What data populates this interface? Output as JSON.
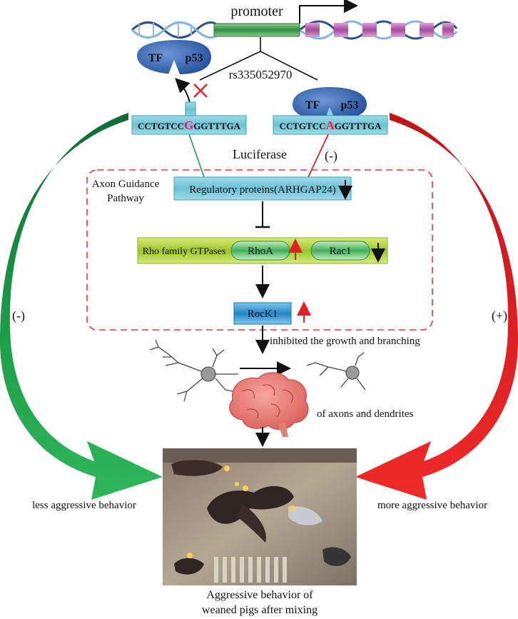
{
  "gene": {
    "promoter_label": "promoter",
    "snp_label": "rs335052970"
  },
  "tf_complex": {
    "tf_label": "TF",
    "p53_label": "p53"
  },
  "sequences": {
    "left": {
      "prefix": "CCTGTCC",
      "allele": "G",
      "suffix": "GGTTTGA",
      "allele_color": "#e0206b"
    },
    "right": {
      "prefix": "CCTGTCC",
      "allele": "A",
      "suffix": "GGTTTGA",
      "allele_color": "#e8262a"
    }
  },
  "assay": {
    "luciferase_label": "Luciferase",
    "right_effect": "(-)"
  },
  "pathway": {
    "title_line1": "Axon Guidance",
    "title_line2": "Pathway",
    "regulatory": "Regulatory proteins(ARHGAP24)",
    "rho_family": "Rho family GTPases",
    "rhoa": "RhoA",
    "rac1": "Rac1",
    "rock1": "RocK1"
  },
  "outcome": {
    "inhibited": "inhibited the growth and branching",
    "axons": "of axons and dendrites",
    "left_sign": "(-)",
    "right_sign": "(+)",
    "less_aggressive": "less aggressive behavior",
    "more_aggressive": "more aggressive behavior",
    "caption_line1": "Aggressive behavior of",
    "caption_line2": "weaned pigs after mixing"
  },
  "colors": {
    "green_arrow": "#1e9e48",
    "red_arrow": "#e41f26",
    "teal_box": "#7cc8d8",
    "lime_bar": "#b5d334",
    "pill_green": "#2ea84f",
    "rock_blue": "#2a8fc9",
    "dashed_red": "#e63a3a",
    "tf_blue": "#2d5fa8"
  }
}
